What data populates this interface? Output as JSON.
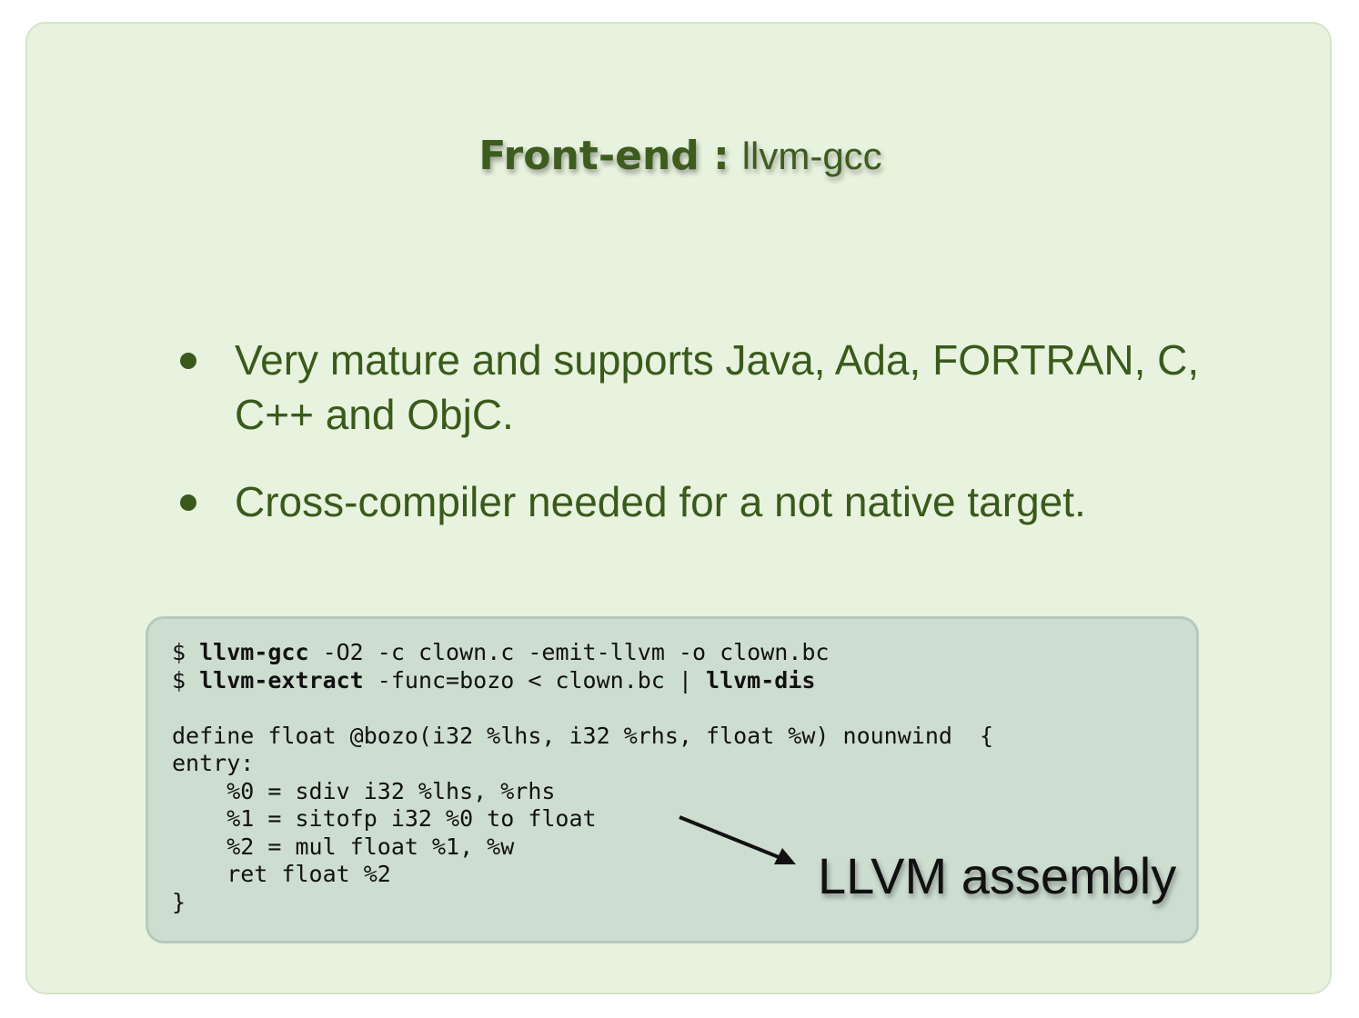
{
  "title": {
    "bold": "Front-end :",
    "normal": "llvm-gcc"
  },
  "bullets": [
    "Very mature and supports Java,  Ada, FORTRAN, C, C++ and ObjC.",
    "Cross-compiler needed for a not native target."
  ],
  "code": {
    "cmd1_prompt": "$ ",
    "cmd1_tool": "llvm-gcc",
    "cmd1_args": " -O2 -c clown.c -emit-llvm -o clown.bc",
    "cmd2_prompt": "$ ",
    "cmd2_tool": "llvm-extract",
    "cmd2_args": " -func=bozo < clown.bc | ",
    "cmd2_tool2": "llvm-dis",
    "lines": [
      "",
      "define float @bozo(i32 %lhs, i32 %rhs, float %w) nounwind  {",
      "entry:",
      "    %0 = sdiv i32 %lhs, %rhs",
      "    %1 = sitofp i32 %0 to float",
      "    %2 = mul float %1, %w",
      "    ret float %2",
      "}"
    ]
  },
  "annotation": "LLVM assembly",
  "colors": {
    "slide_bg": "#e8f3df",
    "text_green": "#3a5a1b",
    "code_bg": "#cdddd0"
  }
}
